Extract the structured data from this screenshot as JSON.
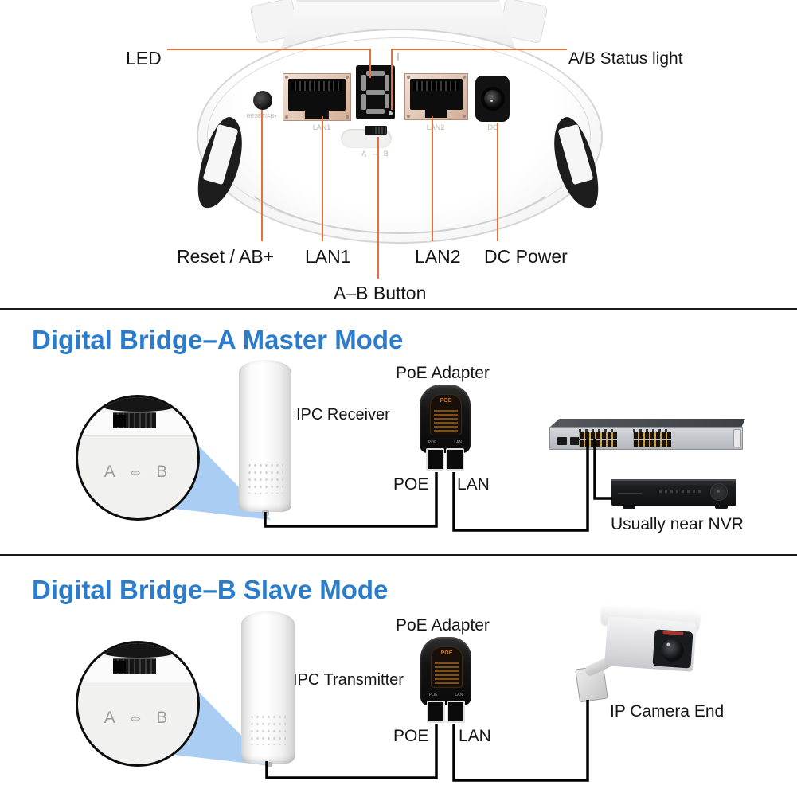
{
  "device": {
    "label_led": "LED",
    "label_ab_status": "A/B Status light",
    "label_reset": "Reset / AB+",
    "label_lan1": "LAN1",
    "label_lan2": "LAN2",
    "label_dc": "DC Power",
    "label_ab_button": "A–B Button",
    "print_reset": "RESET/AB+",
    "print_lan1": "LAN1",
    "print_lan2": "LAN2",
    "print_dc": "DC",
    "print_ab": "A ⇔ B"
  },
  "master": {
    "title": "Digital Bridge–A Master Mode",
    "zoom_ab": "A ⇔ B",
    "device_label": "IPC Receiver",
    "adapter_title": "PoE Adapter",
    "adapter_brand": "POE",
    "adapter_print_poe": "POE",
    "adapter_print_lan": "LAN",
    "label_poe": "POE",
    "label_lan": "LAN",
    "nvr_note": "Usually near NVR"
  },
  "slave": {
    "title": "Digital Bridge–B Slave Mode",
    "zoom_ab": "A ⇔ B",
    "device_label": "IPC Transmitter",
    "adapter_title": "PoE Adapter",
    "adapter_brand": "POE",
    "adapter_print_poe": "POE",
    "adapter_print_lan": "LAN",
    "label_poe": "POE",
    "label_lan": "LAN",
    "camera_note": "IP Camera End"
  },
  "colors": {
    "accent_orange": "#e2713b",
    "title_blue": "#2b7ccb",
    "wedge_blue": "#a9cdf3",
    "port_amber": "#cfa136"
  }
}
